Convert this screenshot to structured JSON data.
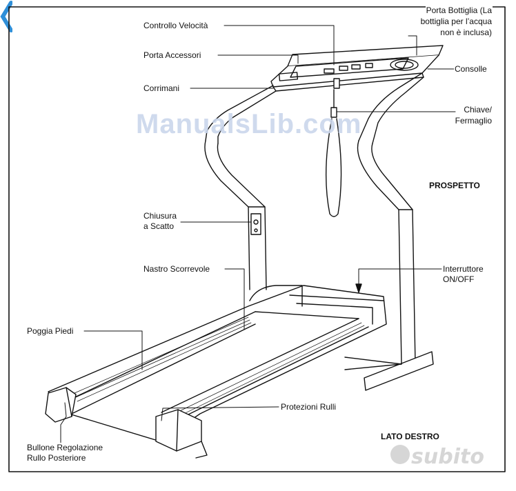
{
  "labels": {
    "controllo_velocita": "Controllo Velocità",
    "porta_accessori": "Porta Accessori",
    "corrimani": "Corrimani",
    "chiusura_line1": "Chiusura",
    "chiusura_line2": "a Scatto",
    "nastro": "Nastro Scorrevole",
    "poggia_piedi": "Poggia Piedi",
    "bullone_line1": "Bullone Regolazione",
    "bullone_line2": "Rullo Posteriore",
    "protezioni": "Protezioni Rulli",
    "porta_bottiglia_line1": "Porta Bottiglia (La",
    "porta_bottiglia_line2": "bottiglia per l’acqua",
    "porta_bottiglia_line3": "non è inclusa)",
    "consolle": "Consolle",
    "chiave_line1": "Chiave/",
    "chiave_line2": "Fermaglio",
    "interruttore_line1": "Interruttore",
    "interruttore_line2": "ON/OFF"
  },
  "views": {
    "prospetto": "PROSPETTO",
    "lato_destro": "LATO DESTRO"
  },
  "watermarks": {
    "manualslib": "ManualsLib.com",
    "subito": "subito"
  },
  "icons": {
    "back": "chevron-left-icon"
  },
  "colors": {
    "line": "#111111",
    "watermark_blue": "#cad6ec",
    "back_icon": "#2f8fd8"
  }
}
